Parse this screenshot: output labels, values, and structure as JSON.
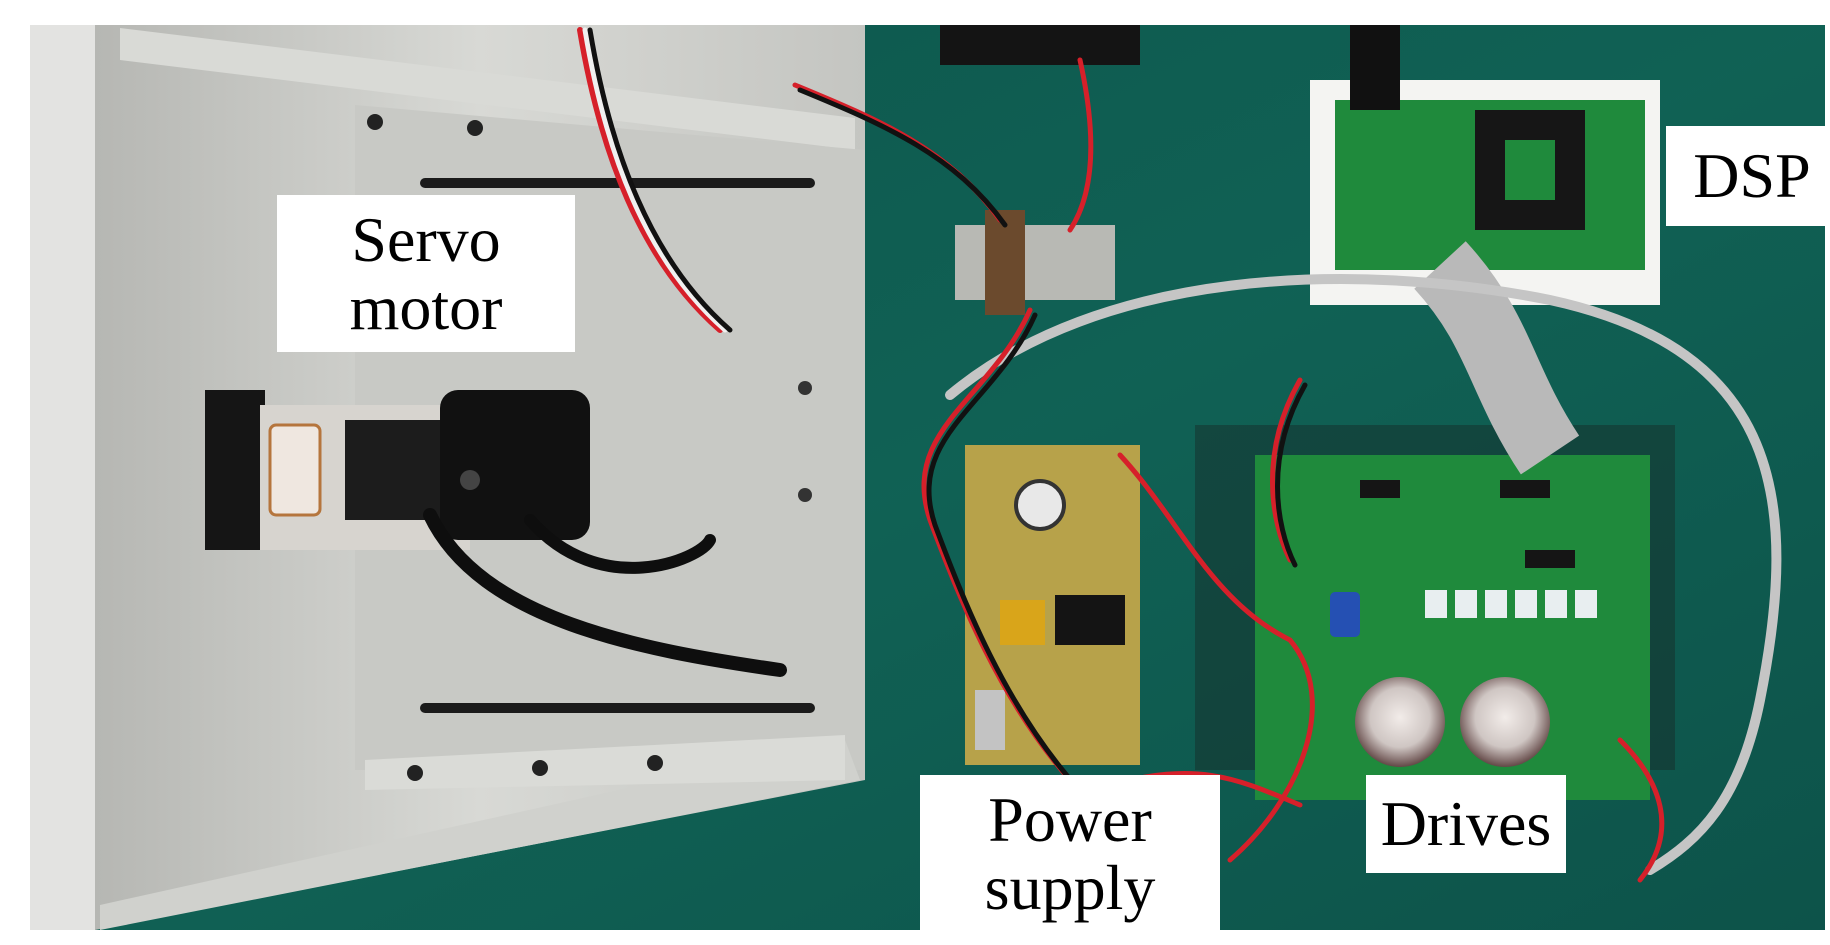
{
  "labels": {
    "servo_line1": "Servo",
    "servo_line2": "motor",
    "dsp": "DSP",
    "power_line1": "Power",
    "power_line2": "supply",
    "drives": "Drives"
  },
  "colors": {
    "background": "#0f5e53",
    "aluminum": "#cfd0cc",
    "pcb_green": "#1f8a3c",
    "pcb_yellow": "#b7a24a",
    "wire_red": "#d6202a",
    "wire_black": "#111111",
    "ribbon_grey": "#b9b9b9"
  }
}
